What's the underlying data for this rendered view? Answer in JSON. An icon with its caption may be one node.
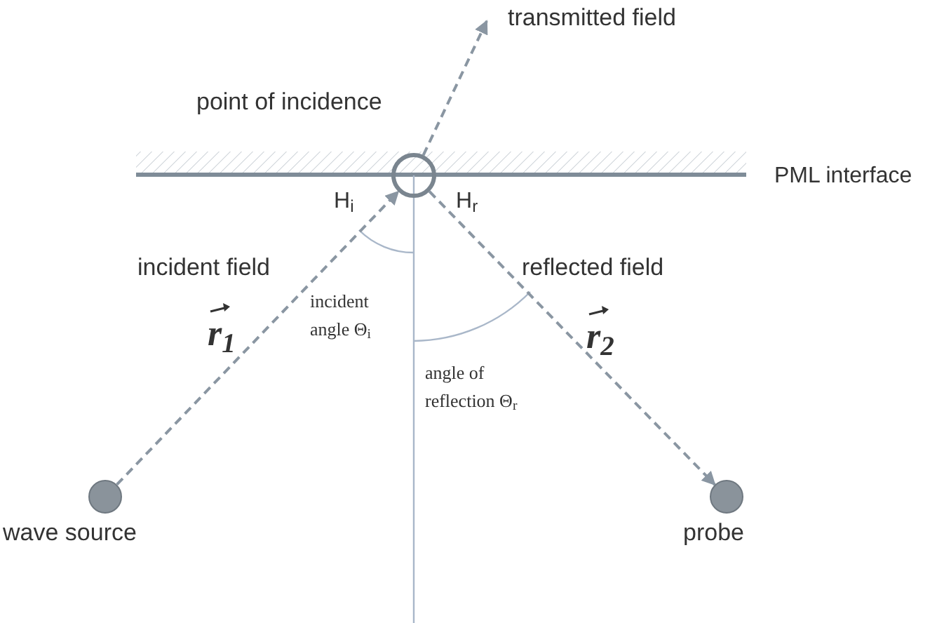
{
  "diagram": {
    "nodes": [
      {
        "text": [],
        "shape": "circle",
        "beside": [
          "wave source"
        ]
      },
      {
        "text": [],
        "shape": "circle",
        "beside": [
          "point of incidence"
        ]
      },
      {
        "text": [],
        "shape": "circle",
        "beside": [
          "probe"
        ]
      },
      {
        "text": [
          "transmitted field"
        ]
      }
    ],
    "edges": [
      {
        "from": 0,
        "to": 1,
        "arrow": "to",
        "style": "dashed"
      },
      {
        "from": 1,
        "to": 2,
        "arrow": "to",
        "style": "dashed"
      },
      {
        "from": 1,
        "to": 3,
        "arrow": "to",
        "style": "dashed"
      }
    ],
    "labels": [
      "PML interface",
      "H$_{i}$",
      "H$_{r}$",
      "incident field",
      "reflected field",
      "r$_{1}$",
      "incident angle Θ$_{i}$",
      "r$_{2}$",
      "angle of reflection Θ$_{r}$"
    ]
  }
}
